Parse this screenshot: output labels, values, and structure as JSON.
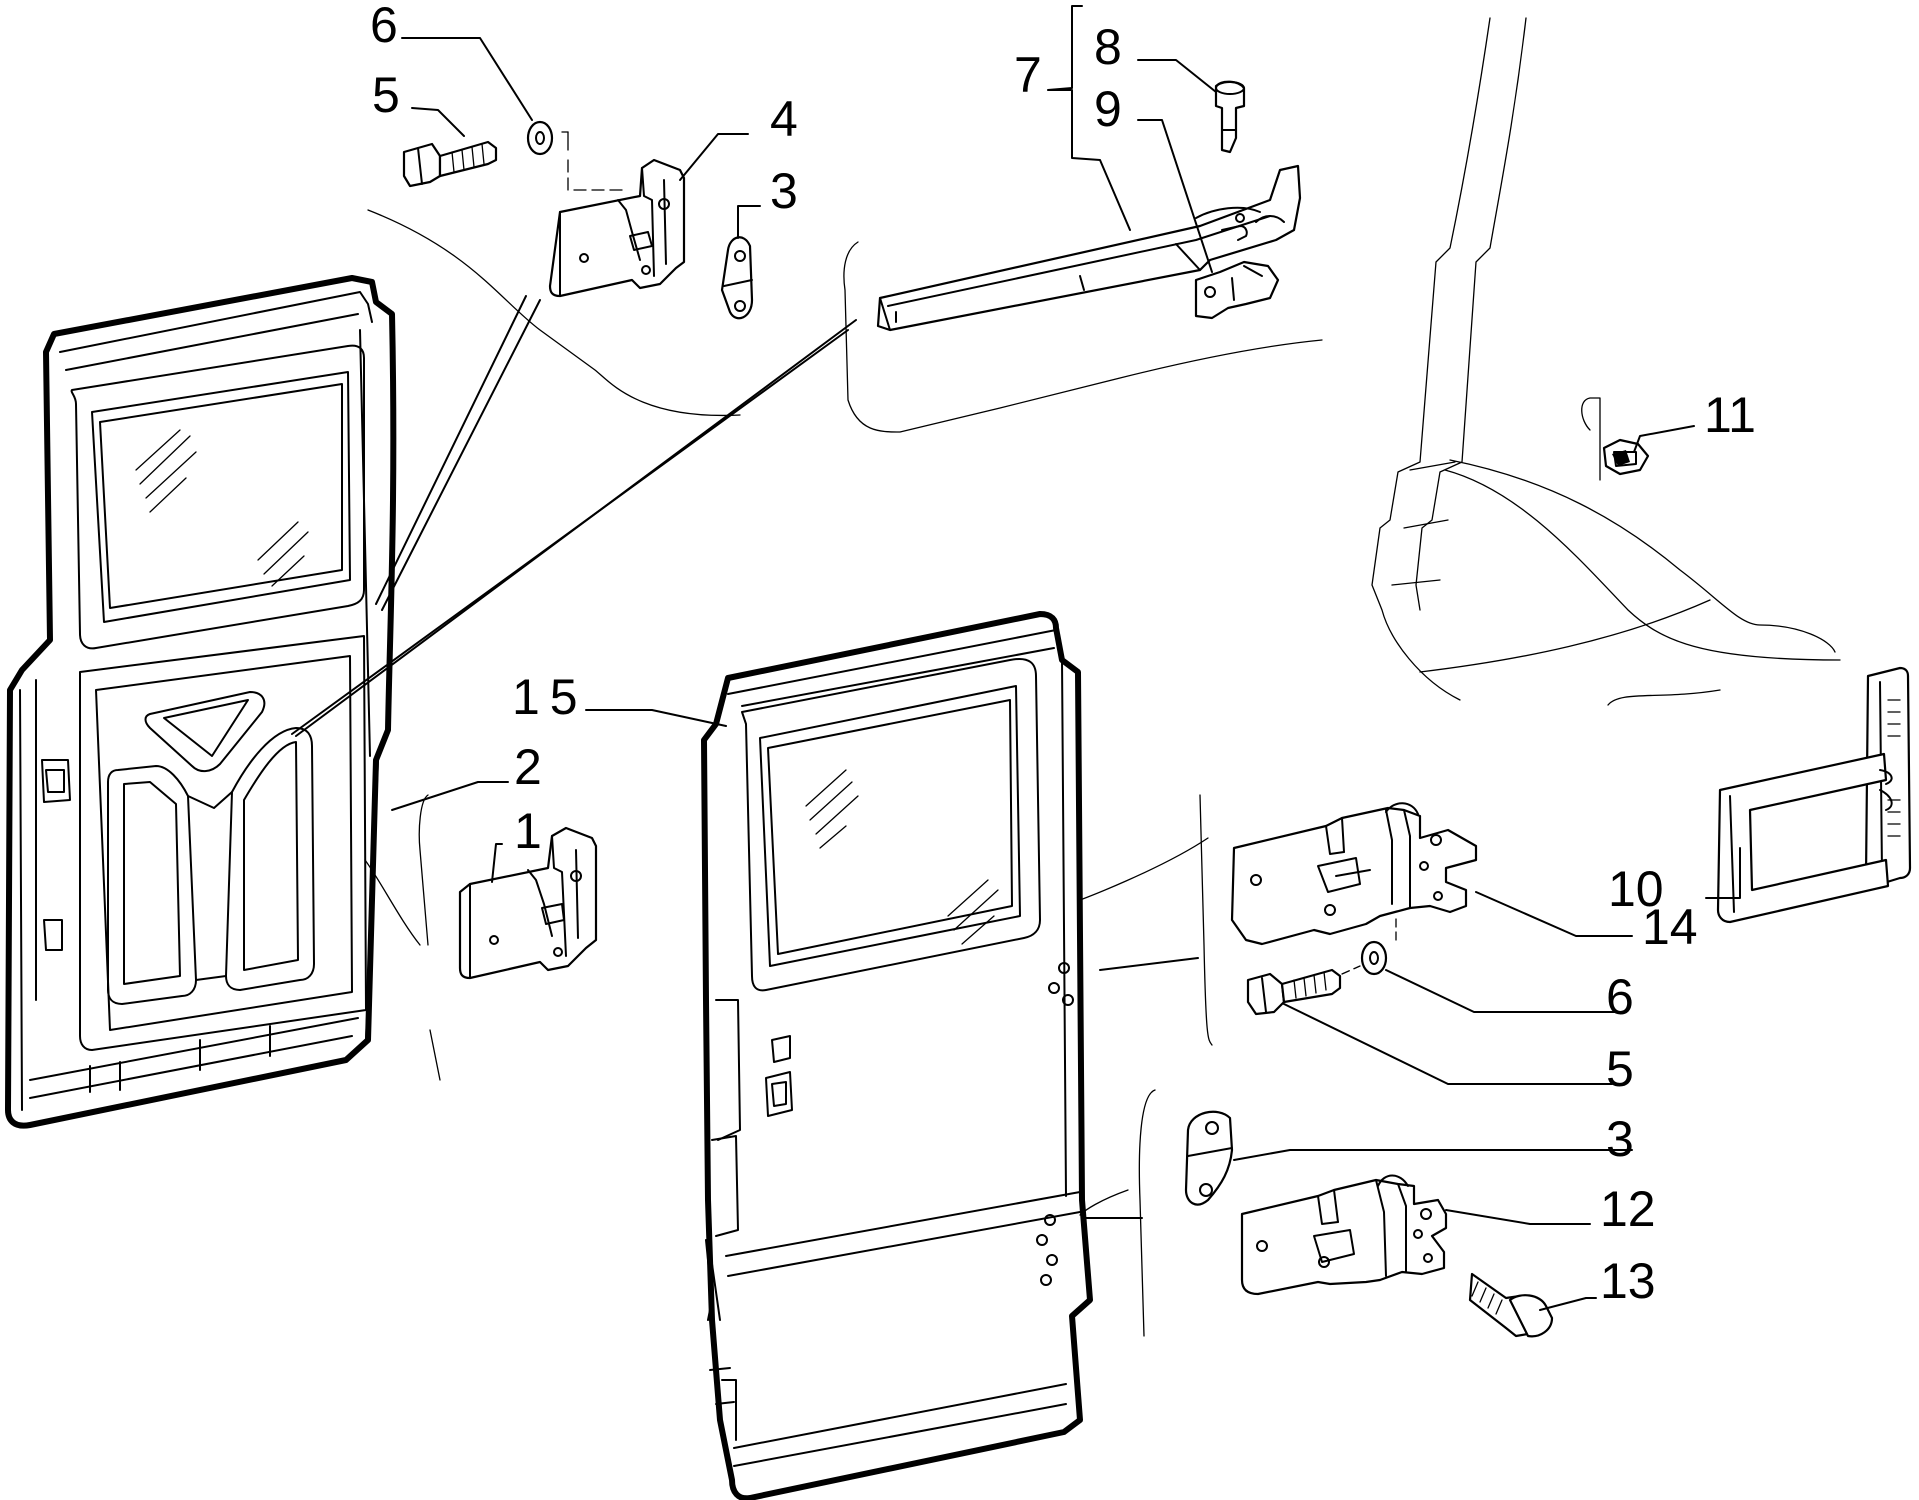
{
  "callouts": [
    {
      "id": "c1",
      "label": "1"
    },
    {
      "id": "c2",
      "label": "2"
    },
    {
      "id": "c3a",
      "label": "3"
    },
    {
      "id": "c3b",
      "label": "3"
    },
    {
      "id": "c4",
      "label": "4"
    },
    {
      "id": "c5a",
      "label": "5"
    },
    {
      "id": "c5b",
      "label": "5"
    },
    {
      "id": "c6a",
      "label": "6"
    },
    {
      "id": "c6b",
      "label": "6"
    },
    {
      "id": "c7",
      "label": "7"
    },
    {
      "id": "c8",
      "label": "8"
    },
    {
      "id": "c9",
      "label": "9"
    },
    {
      "id": "c10",
      "label": "10"
    },
    {
      "id": "c11",
      "label": "11"
    },
    {
      "id": "c12",
      "label": "12"
    },
    {
      "id": "c13",
      "label": "13"
    },
    {
      "id": "c14",
      "label": "14"
    },
    {
      "id": "c15",
      "label": "15"
    }
  ],
  "parts": {
    "door_left": "door-panel-2",
    "door_right": "door-panel-15",
    "hinges": [
      "hinge-1",
      "hinge-4",
      "hinge-12",
      "hinge-14"
    ],
    "check_strap": "check-strap-7",
    "stop_bracket": "stop-bracket-10",
    "buffer": "buffer-11",
    "bolts": [
      "bolt-5",
      "bolt-13",
      "pin-8"
    ],
    "washers": [
      "washer-6",
      "spacer-3",
      "clip-9"
    ]
  }
}
